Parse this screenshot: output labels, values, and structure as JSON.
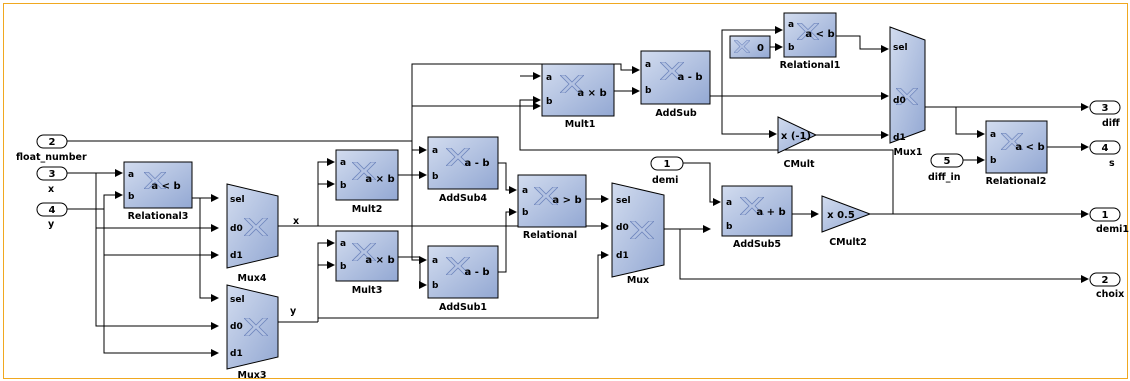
{
  "inputs": [
    {
      "num": "2",
      "name": "float_number"
    },
    {
      "num": "3",
      "name": "x"
    },
    {
      "num": "4",
      "name": "y"
    },
    {
      "num": "1",
      "name": "demi"
    },
    {
      "num": "5",
      "name": "diff_in"
    }
  ],
  "outputs": [
    {
      "num": "3",
      "name": "diff"
    },
    {
      "num": "4",
      "name": "s"
    },
    {
      "num": "1",
      "name": "demi1"
    },
    {
      "num": "2",
      "name": "choix"
    }
  ],
  "blocks": {
    "relational3": {
      "name": "Relational3",
      "op": "a < b"
    },
    "mux4": {
      "name": "Mux4"
    },
    "mux3": {
      "name": "Mux3"
    },
    "mult2": {
      "name": "Mult2",
      "op": "a × b"
    },
    "mult3": {
      "name": "Mult3",
      "op": "a × b"
    },
    "addsub4": {
      "name": "AddSub4",
      "op": "a - b"
    },
    "addsub1": {
      "name": "AddSub1",
      "op": "a - b"
    },
    "relational": {
      "name": "Relational",
      "op": "a > b"
    },
    "mult1": {
      "name": "Mult1",
      "op": "a × b"
    },
    "addsub": {
      "name": "AddSub",
      "op": "a - b"
    },
    "relational1": {
      "name": "Relational1",
      "op": "a < b"
    },
    "constant": {
      "value": "0"
    },
    "cmult": {
      "name": "CMult",
      "op": "x (-1)"
    },
    "mux1": {
      "name": "Mux1"
    },
    "relational2": {
      "name": "Relational2",
      "op": "a < b"
    },
    "mux": {
      "name": "Mux"
    },
    "addsub5": {
      "name": "AddSub5",
      "op": "a + b"
    },
    "cmult2": {
      "name": "CMult2",
      "op": "x 0.5"
    }
  },
  "ports": {
    "a": "a",
    "b": "b",
    "sel": "sel",
    "d0": "d0",
    "d1": "d1"
  },
  "signals": {
    "x": "x",
    "y": "y"
  }
}
